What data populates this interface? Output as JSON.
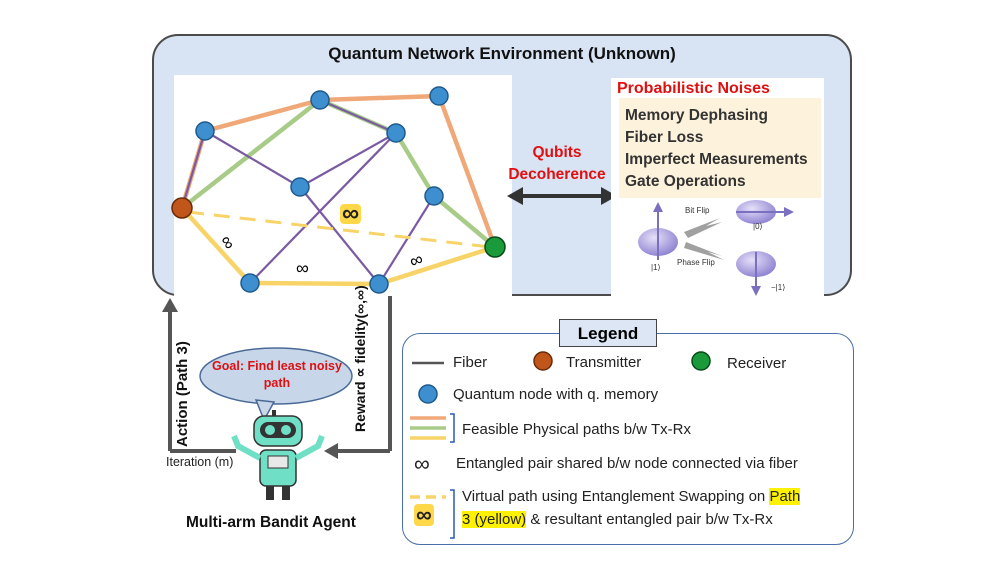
{
  "environment": {
    "title": "Quantum Network Environment (Unknown)"
  },
  "noises": {
    "title": "Probabilistic Noises",
    "items": [
      "Memory Dephasing",
      "Fiber Loss",
      "Imperfect Measurements",
      "Gate Operations"
    ]
  },
  "decoherence": {
    "line1": "Qubits",
    "line2": "Decoherence"
  },
  "bloch": {
    "bit_flip": "Bit Flip",
    "phase_flip": "Phase Flip",
    "ket_one": "|1⟩",
    "ket_zero": "|0⟩",
    "neg_ket_one": "−|1⟩"
  },
  "network": {
    "infinity_symbol": "∞"
  },
  "agent": {
    "goal": "Goal: Find least noisy path",
    "caption": "Multi-arm Bandit Agent",
    "iteration": "Iteration (m)",
    "action_label": "Action (Path 3)",
    "reward_label": "Reward ∝ fidelity(∞,∞)"
  },
  "legend": {
    "title": "Legend",
    "fiber": "Fiber",
    "transmitter": "Transmitter",
    "receiver": "Receiver",
    "quantum_node": "Quantum node with q. memory",
    "feasible_paths": "Feasible Physical paths b/w Tx-Rx",
    "entangled_pair": "Entangled pair shared b/w node connected via fiber",
    "virtual_path_pre": "Virtual path using Entanglement Swapping on ",
    "virtual_path_hl1": "Path",
    "virtual_path_hl2": "3 (yellow)",
    "virtual_path_post": " & resultant entangled pair b/w Tx-Rx"
  },
  "colors": {
    "path_orange": "#f0a878",
    "path_green": "#a8cc88",
    "path_yellow": "#f8d468",
    "fiber_purple": "#7a5aa0",
    "node_blue": "#3d8fd0",
    "transmitter": "#c0561a",
    "receiver": "#1a9a3a",
    "red_text": "#e01010"
  }
}
